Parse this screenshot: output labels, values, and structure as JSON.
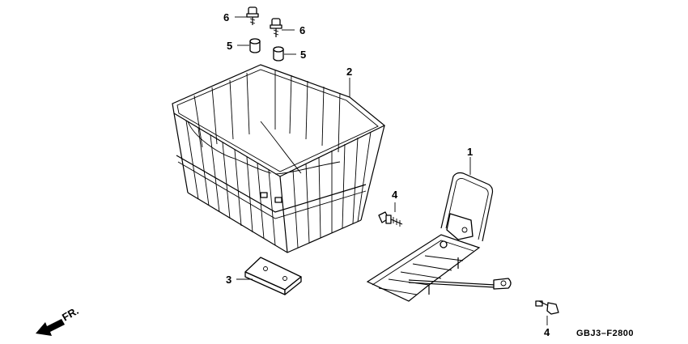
{
  "callouts": [
    {
      "id": "6a",
      "text": "6"
    },
    {
      "id": "6b",
      "text": "6"
    },
    {
      "id": "5a",
      "text": "5"
    },
    {
      "id": "5b",
      "text": "5"
    },
    {
      "id": "2",
      "text": "2"
    },
    {
      "id": "1",
      "text": "1"
    },
    {
      "id": "4a",
      "text": "4"
    },
    {
      "id": "3",
      "text": "3"
    },
    {
      "id": "4b",
      "text": "4"
    }
  ],
  "direction": {
    "text": "FR."
  },
  "diagram_code": "GBJ3–F2800"
}
